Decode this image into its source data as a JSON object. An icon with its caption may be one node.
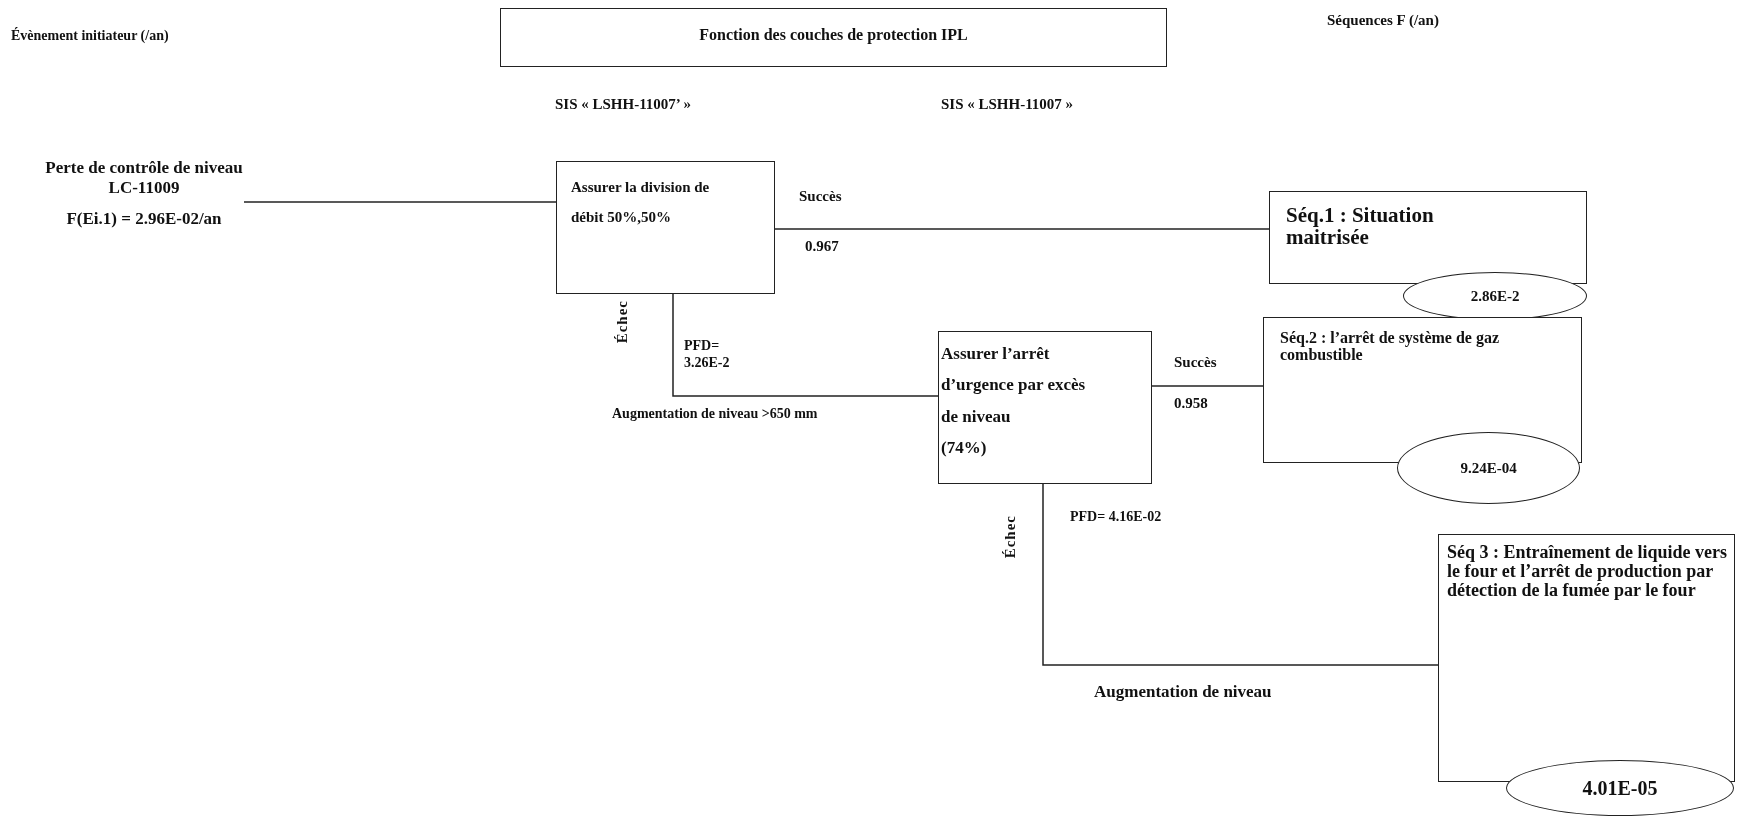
{
  "diagram": {
    "nodes": [
      {
        "text": [
          "Fonction des couches de protection IPL"
        ]
      },
      {
        "text": [
          "Perte de contrôle de niveau LC-11009",
          "F(Ei.1) = 2.96E-02/an"
        ]
      },
      {
        "text": [
          "Assurer la division de débit 50%,50%"
        ]
      },
      {
        "text": [
          "Séq.1 : Situation maitrisée"
        ]
      },
      {
        "text": [
          "2.86E-2"
        ]
      },
      {
        "text": [
          "Assurer l’arrêt d’urgence par excès de niveau",
          "(74%)"
        ]
      },
      {
        "text": [
          "Séq.2 : l’arrêt de système de gaz combustible"
        ]
      },
      {
        "text": [
          "9.24E-04"
        ]
      },
      {
        "text": [
          "Séq 3 : Entraînement de liquide vers le four et l’arrêt de production par détection de la fumée par le four"
        ]
      },
      {
        "text": [
          "4.01E-05"
        ]
      }
    ],
    "edges": [
      {
        "from": 1,
        "to": 2,
        "arrow": "none"
      },
      {
        "from": 2,
        "to": 3,
        "arrow": "none",
        "label": "Succès"
      },
      {
        "from": 2,
        "to": 5,
        "arrow": "none",
        "label": "Échec"
      },
      {
        "from": 5,
        "to": 6,
        "arrow": "none",
        "label": "Succès"
      },
      {
        "from": 5,
        "to": 8,
        "arrow": "none",
        "label": "Échec"
      }
    ],
    "labels": [
      "Évènement initiateur (/an)",
      "Séquences F (/an)",
      "SIS « LSHH-11007’ »",
      "SIS « LSHH-11007 »",
      "0.967",
      "PFD= 3.26E-2",
      "Augmentation de niveau >650 mm",
      "0.958",
      "PFD= 4.16E-02",
      "Augmentation de niveau"
    ]
  }
}
